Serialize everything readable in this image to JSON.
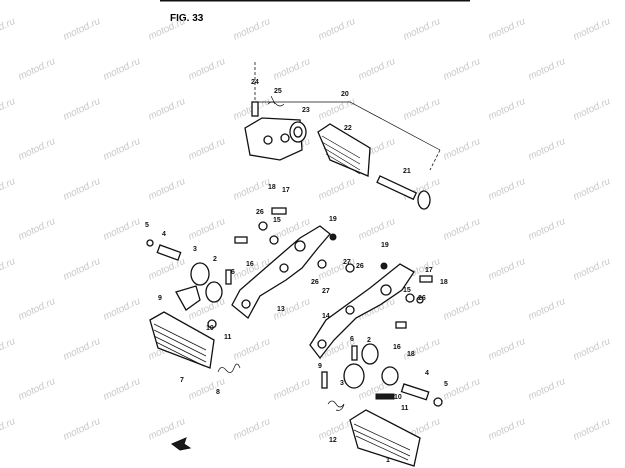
{
  "figure_title": "FIG. 33",
  "watermark_text": "motod.ru",
  "callouts": [
    {
      "id": "c24a",
      "text": "24"
    },
    {
      "id": "c25a",
      "text": "25"
    },
    {
      "id": "c20",
      "text": "20"
    },
    {
      "id": "c23a",
      "text": "23"
    },
    {
      "id": "c22",
      "text": "22"
    },
    {
      "id": "c21",
      "text": "21"
    },
    {
      "id": "c18a",
      "text": "18"
    },
    {
      "id": "c17a",
      "text": "17"
    },
    {
      "id": "c26a",
      "text": "26"
    },
    {
      "id": "c15a",
      "text": "15"
    },
    {
      "id": "c19a",
      "text": "19"
    },
    {
      "id": "c5a",
      "text": "5"
    },
    {
      "id": "c4a",
      "text": "4"
    },
    {
      "id": "c3a",
      "text": "3"
    },
    {
      "id": "c2a",
      "text": "2"
    },
    {
      "id": "c6a",
      "text": "6"
    },
    {
      "id": "c16a",
      "text": "16"
    },
    {
      "id": "c9a",
      "text": "9"
    },
    {
      "id": "c10a",
      "text": "10"
    },
    {
      "id": "c11a",
      "text": "11"
    },
    {
      "id": "c13",
      "text": "13"
    },
    {
      "id": "c27a",
      "text": "27"
    },
    {
      "id": "c26b",
      "text": "26"
    },
    {
      "id": "c26c",
      "text": "26"
    },
    {
      "id": "c27b",
      "text": "27"
    },
    {
      "id": "c19b",
      "text": "19"
    },
    {
      "id": "c17b",
      "text": "17"
    },
    {
      "id": "c18b",
      "text": "18"
    },
    {
      "id": "c15b",
      "text": "15"
    },
    {
      "id": "c26d",
      "text": "26"
    },
    {
      "id": "c14",
      "text": "14"
    },
    {
      "id": "c6b",
      "text": "6"
    },
    {
      "id": "c2b",
      "text": "2"
    },
    {
      "id": "c16b",
      "text": "16"
    },
    {
      "id": "c18c",
      "text": "18"
    },
    {
      "id": "c7",
      "text": "7"
    },
    {
      "id": "c8",
      "text": "8"
    },
    {
      "id": "c9b",
      "text": "9"
    },
    {
      "id": "c3b",
      "text": "3"
    },
    {
      "id": "c4b",
      "text": "4"
    },
    {
      "id": "c5b",
      "text": "5"
    },
    {
      "id": "c10b",
      "text": "10"
    },
    {
      "id": "c11b",
      "text": "11"
    },
    {
      "id": "c12",
      "text": "12"
    },
    {
      "id": "c1",
      "text": "1"
    }
  ]
}
